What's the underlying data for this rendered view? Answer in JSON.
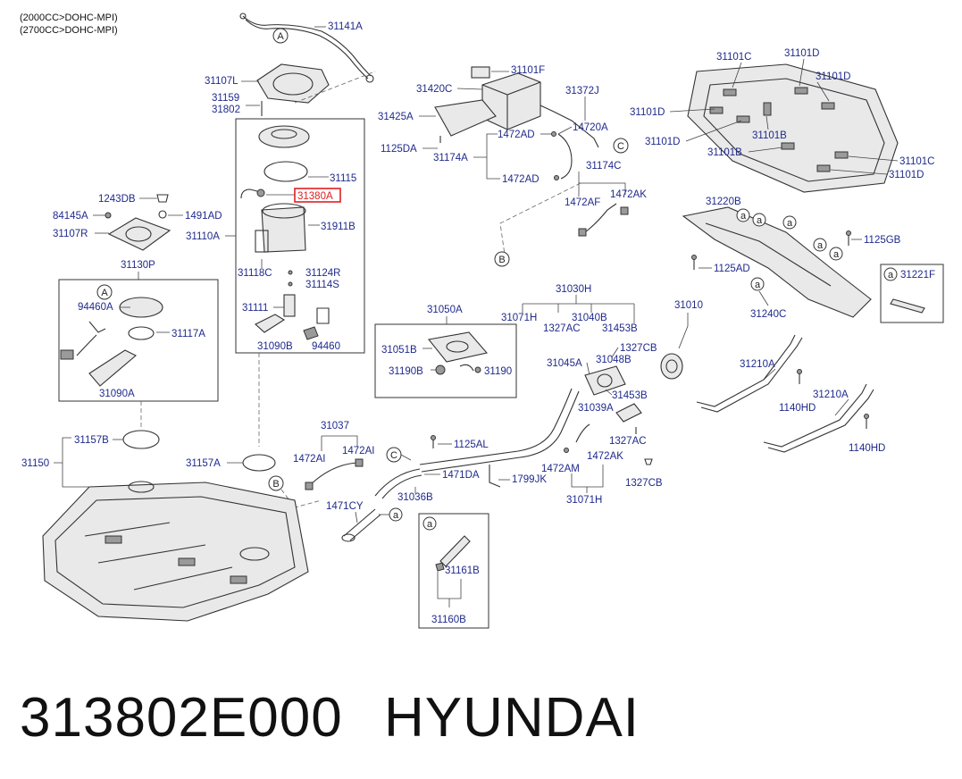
{
  "header_lines": [
    "(2000CC>DOHC-MPI)",
    "(2700CC>DOHC-MPI)"
  ],
  "highlighted_part": "31380A",
  "callout_letters": {
    "a": "a",
    "A": "A",
    "B": "B",
    "C": "C"
  },
  "labels": {
    "l31141A": "31141A",
    "l31107L": "31107L",
    "l31159": "31159",
    "l31802": "31802",
    "l31115": "31115",
    "l31380A": "31380A",
    "l1243DB": "1243DB",
    "l84145A": "84145A",
    "l1491AD": "1491AD",
    "l31107R": "31107R",
    "l31110A": "31110A",
    "l31911B": "31911B",
    "l31118C": "31118C",
    "l31124R": "31124R",
    "l31114S": "31114S",
    "l31111": "31111",
    "l31090B": "31090B",
    "l94460": "94460",
    "l31130P": "31130P",
    "l94460A": "94460A",
    "l31117A": "31117A",
    "l31090A": "31090A",
    "l31157B": "31157B",
    "l31150": "31150",
    "l31157A": "31157A",
    "l31101F": "31101F",
    "l31420C": "31420C",
    "l31372J": "31372J",
    "l31425A": "31425A",
    "l14720A": "14720A",
    "l1472AD_1": "1472AD",
    "l1125DA": "1125DA",
    "l31174A": "31174A",
    "l1472AD_2": "1472AD",
    "l31174C": "31174C",
    "l1472AF": "1472AF",
    "l1472AK_1": "1472AK",
    "l31101C_1": "31101C",
    "l31101D_1": "31101D",
    "l31101D_2": "31101D",
    "l31101D_3": "31101D",
    "l31101B_1": "31101B",
    "l31101D_4": "31101D",
    "l31101B_2": "31101B",
    "l31101C_2": "31101C",
    "l31101D_5": "31101D",
    "l31220B": "31220B",
    "l1125GB": "1125GB",
    "l1125AD": "1125AD",
    "l31221F": "31221F",
    "l31240C": "31240C",
    "l31030H": "31030H",
    "l31071H_1": "31071H",
    "l31040B": "31040B",
    "l1327AC_1": "1327AC",
    "l31453B_1": "31453B",
    "l31010": "31010",
    "l1327CB_1": "1327CB",
    "l31045A": "31045A",
    "l31048B": "31048B",
    "l31453B_2": "31453B",
    "l31039A": "31039A",
    "l1327AC_2": "1327AC",
    "l1472AM": "1472AM",
    "l1472AK_2": "1472AK",
    "l1327CB_2": "1327CB",
    "l31071H_2": "31071H",
    "l31050A": "31050A",
    "l31051B": "31051B",
    "l31190B": "31190B",
    "l31190": "31190",
    "l31037": "31037",
    "l1472AI_1": "1472AI",
    "l1472AI_2": "1472AI",
    "l1125AL": "1125AL",
    "l1471DA": "1471DA",
    "l1799JK": "1799JK",
    "l31036B": "31036B",
    "l1471CY": "1471CY",
    "l31161B": "31161B",
    "l31160B": "31160B",
    "l31210A_1": "31210A",
    "l1140HD_1": "1140HD",
    "l31210A_2": "31210A",
    "l1140HD_2": "1140HD"
  },
  "footer": {
    "part_number": "313802E000",
    "brand": "HYUNDAI"
  },
  "colors": {
    "label": "#1f2a8c",
    "highlight": "#e02020",
    "line": "#333333"
  }
}
